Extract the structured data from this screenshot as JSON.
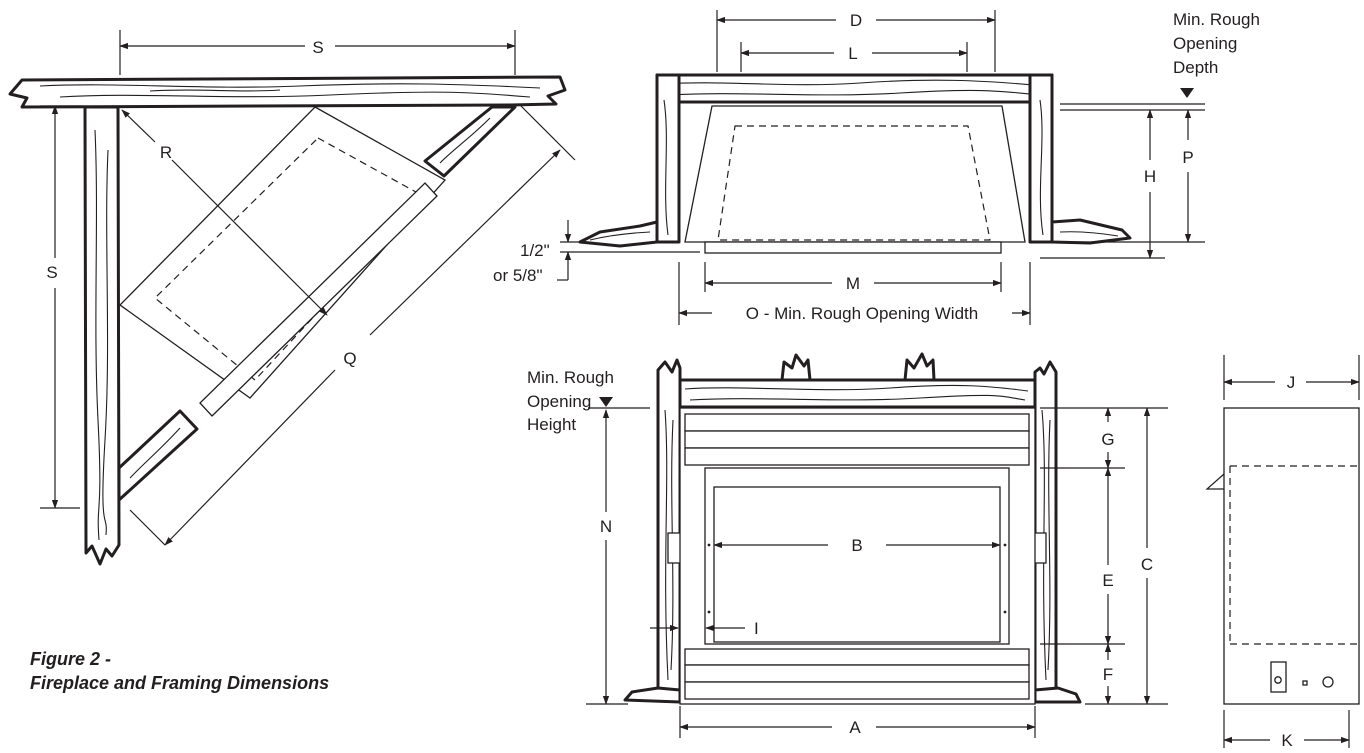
{
  "caption": {
    "line1": "Figure 2 -",
    "line2": "Fireplace and Framing Dimensions"
  },
  "labels": {
    "S": "S",
    "R": "R",
    "Q": "Q",
    "D": "D",
    "L": "L",
    "H": "H",
    "P": "P",
    "M": "M",
    "O": "O - Min. Rough Opening Width",
    "trim_a": "1/2\"",
    "trim_b": "or 5/8\"",
    "depth_1": "Min. Rough",
    "depth_2": "Opening",
    "depth_3": "Depth",
    "height_1": "Min. Rough",
    "height_2": "Opening",
    "height_3": "Height",
    "N": "N",
    "B": "B",
    "I": "I",
    "G": "G",
    "E": "E",
    "F": "F",
    "C": "C",
    "A": "A",
    "J": "J",
    "K": "K"
  }
}
